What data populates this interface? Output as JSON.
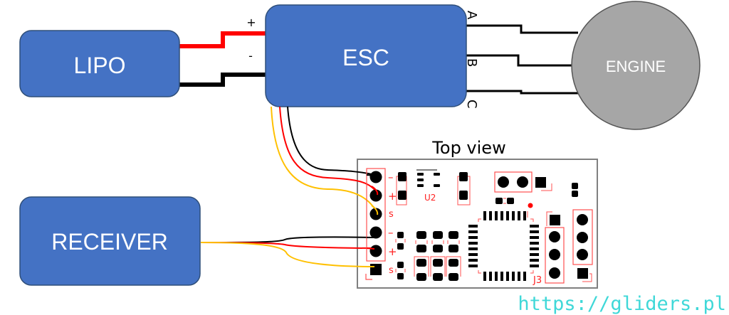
{
  "blocks": {
    "lipo": {
      "label": "LIPO"
    },
    "esc": {
      "label": "ESC"
    },
    "engine": {
      "label": "ENGINE"
    },
    "receiver": {
      "label": "RECEIVER"
    }
  },
  "polarity": {
    "plus": "+",
    "minus": "-"
  },
  "phases": [
    "A",
    "B",
    "C"
  ],
  "pcb": {
    "title": "Top view",
    "pin_labels": [
      "–",
      "+",
      "s",
      "–",
      "+",
      "s"
    ],
    "u2_label": "U2",
    "j3_label": "J3"
  },
  "colors": {
    "block_fill": "#4472c4",
    "block_stroke": "#2f4f7a",
    "engine_fill": "#a6a6a6",
    "wire_red": "#ff0000",
    "wire_black": "#000000",
    "wire_yellow": "#ffc000",
    "silkscreen": "#ff2020",
    "url": "#40d8d8"
  },
  "watermark": "https://gliders.pl"
}
